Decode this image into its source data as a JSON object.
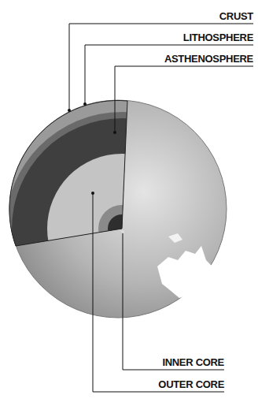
{
  "diagram": {
    "labels": [
      "CRUST",
      "LITHOSPHERE",
      "ASTHENOSPHERE",
      "INNER CORE",
      "OUTER CORE"
    ]
  }
}
